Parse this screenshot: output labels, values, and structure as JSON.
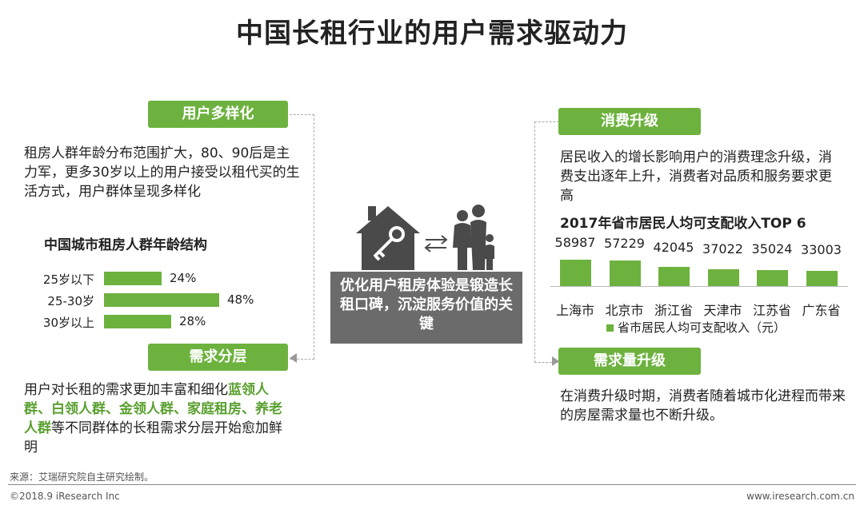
{
  "title": "中国长租行业的用户需求驱动力",
  "left": {
    "diversify": {
      "label": "用户多样化",
      "text": "租房人群年龄分布范围扩大，80、90后是主力军，更多30岁以上的用户接受以租代买的生活方式，用户群体呈现多样化"
    },
    "age_chart_title": "中国城市租房人群年龄结构",
    "layered": {
      "label": "需求分层",
      "text_pre": "用户对长租的需求更加丰富和细化",
      "text_green": "蓝领人群、白领人群、金领人群、家庭租房、养老人群",
      "text_post": "等不同群体的长租需求分层开始愈加鲜明"
    }
  },
  "center": {
    "text": "优化用户租房体验是锻造长租口碑，沉淀服务价值的关键"
  },
  "right": {
    "consume": {
      "label": "消费升级",
      "text": "居民收入的增长影响用户的消费理念升级，消费支出逐年上升，消费者对品质和服务要求更高"
    },
    "income_chart_title": "2017年省市居民人均可支配收入TOP 6",
    "demand": {
      "label": "需求量升级",
      "text": "在消费升级时期，消费者随着城市化进程而带来的房屋需求量也不断升级。"
    }
  },
  "footer": {
    "source": "来源：艾瑞研究院自主研究绘制。",
    "copyright": "©2018.9 iResearch Inc",
    "website": "www.iresearch.com.cn"
  },
  "chart_data": [
    {
      "type": "bar",
      "orientation": "horizontal",
      "title": "中国城市租房人群年龄结构",
      "categories": [
        "25岁以下",
        "25-30岁",
        "30岁以上"
      ],
      "values": [
        24,
        48,
        28
      ],
      "value_labels": [
        "24%",
        "48%",
        "28%"
      ],
      "xlim": [
        0,
        50
      ],
      "color": "#6db23e"
    },
    {
      "type": "bar",
      "title": "2017年省市居民人均可支配收入TOP 6",
      "categories": [
        "上海市",
        "北京市",
        "浙江省",
        "天津市",
        "江苏省",
        "广东省"
      ],
      "values": [
        58987,
        57229,
        42045,
        37022,
        35024,
        33003
      ],
      "series": [
        {
          "name": "省市居民人均可支配收入（元）",
          "values": [
            58987,
            57229,
            42045,
            37022,
            35024,
            33003
          ]
        }
      ],
      "ylim": [
        0,
        60000
      ],
      "legend": "bottom",
      "color": "#6db23e"
    }
  ]
}
